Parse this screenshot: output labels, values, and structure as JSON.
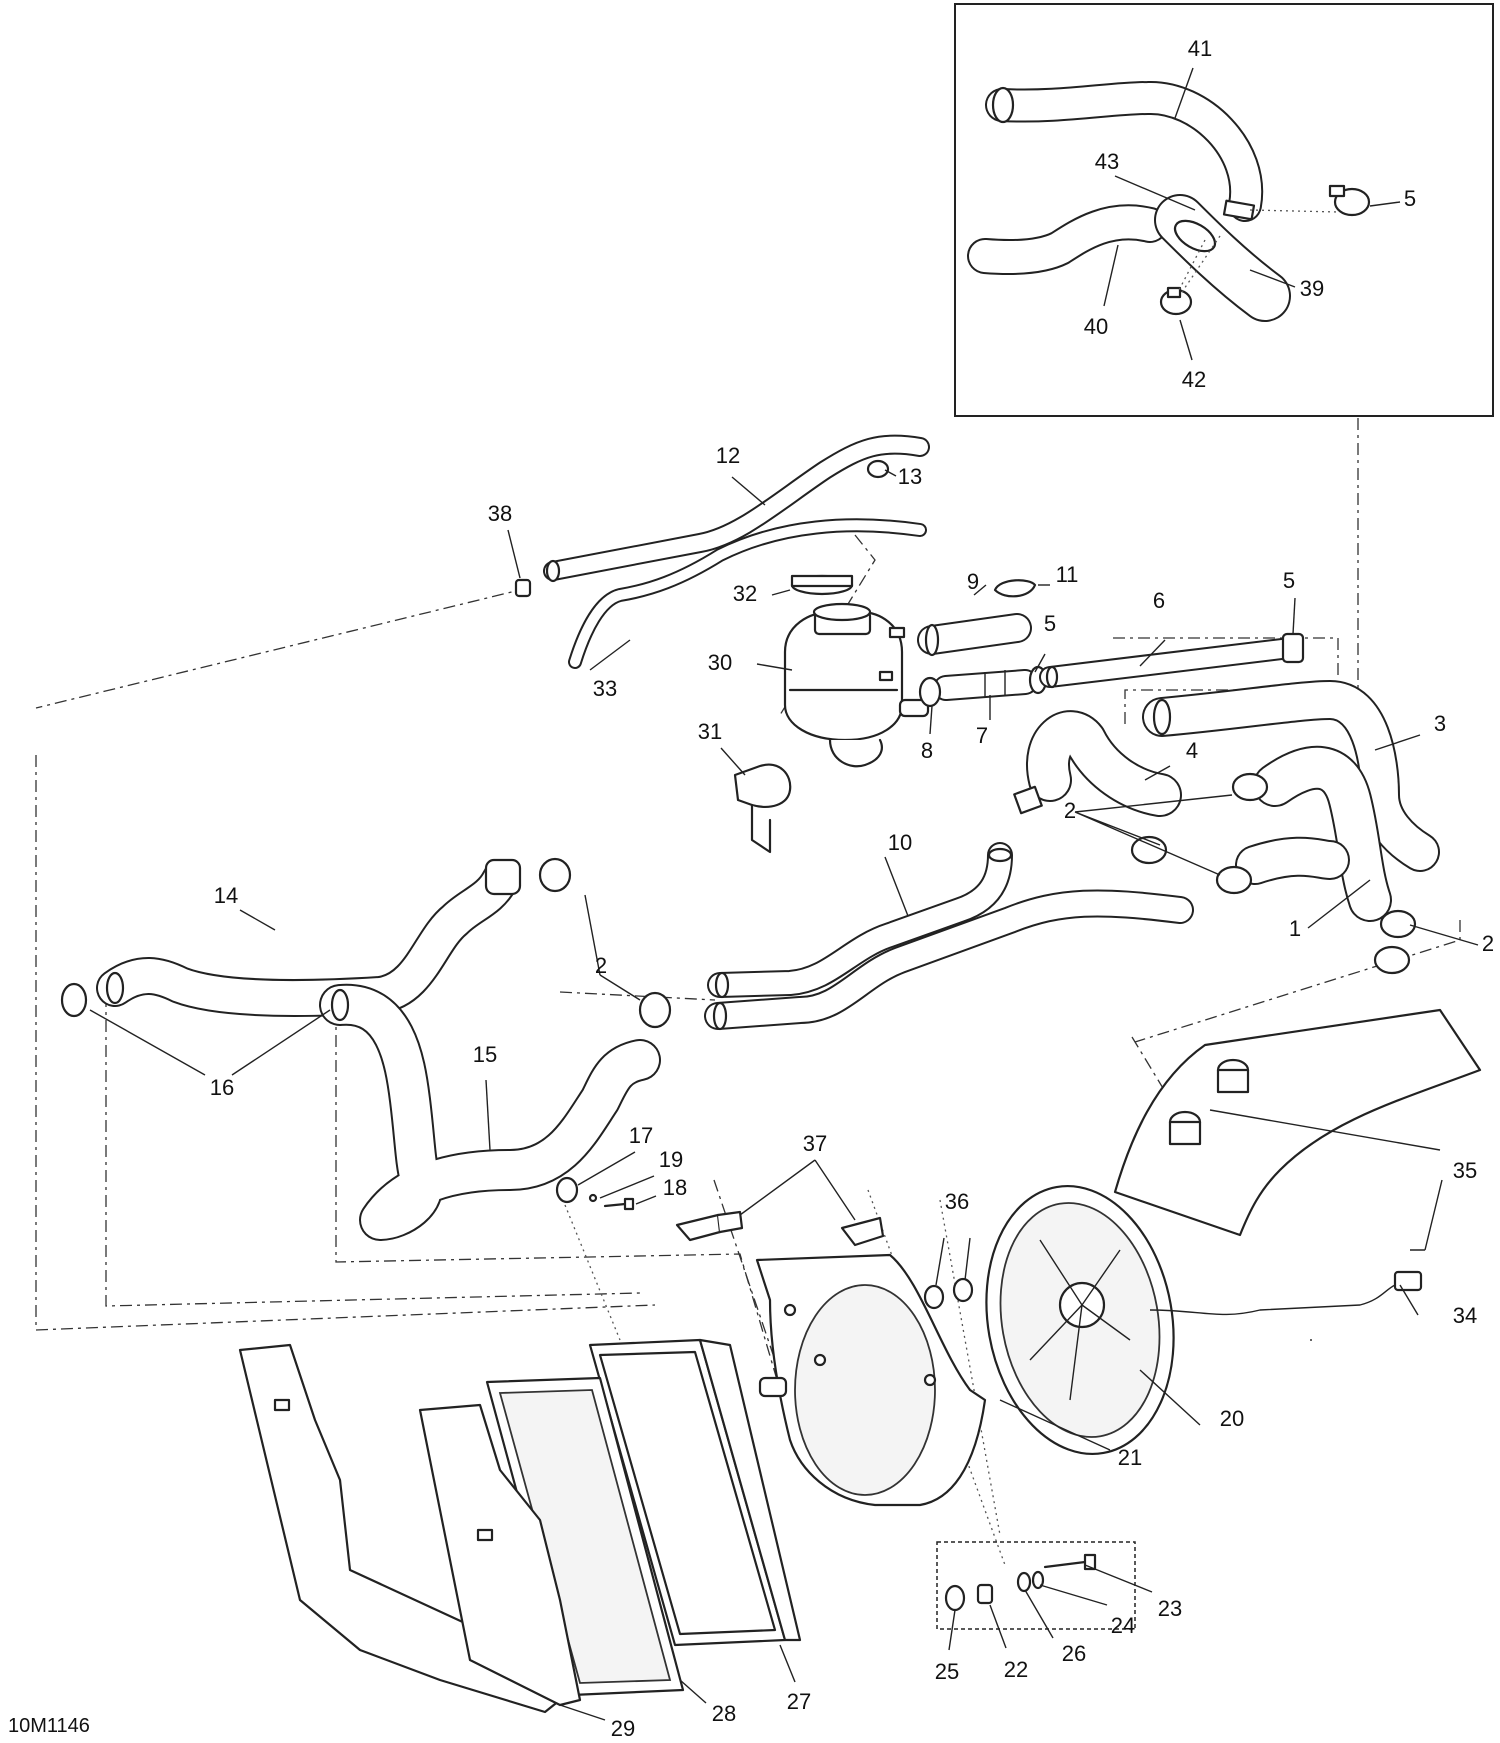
{
  "drawing_code": "10M1146",
  "callouts": {
    "c1": "1",
    "c2a": "2",
    "c2b": "2",
    "c2c": "2",
    "c3": "3",
    "c4": "4",
    "c5a": "5",
    "c5b": "5",
    "c5c": "5",
    "c6": "6",
    "c7": "7",
    "c8": "8",
    "c9": "9",
    "c10": "10",
    "c11": "11",
    "c12": "12",
    "c13": "13",
    "c14": "14",
    "c15": "15",
    "c16": "16",
    "c17": "17",
    "c18": "18",
    "c19": "19",
    "c20": "20",
    "c21": "21",
    "c22": "22",
    "c23": "23",
    "c24": "24",
    "c25": "25",
    "c26": "26",
    "c27": "27",
    "c28": "28",
    "c29": "29",
    "c30": "30",
    "c31": "31",
    "c32": "32",
    "c33": "33",
    "c34": "34",
    "c35": "35",
    "c36": "36",
    "c37": "37",
    "c38": "38",
    "c39": "39",
    "c40": "40",
    "c41": "41",
    "c42": "42",
    "c43": "43"
  }
}
